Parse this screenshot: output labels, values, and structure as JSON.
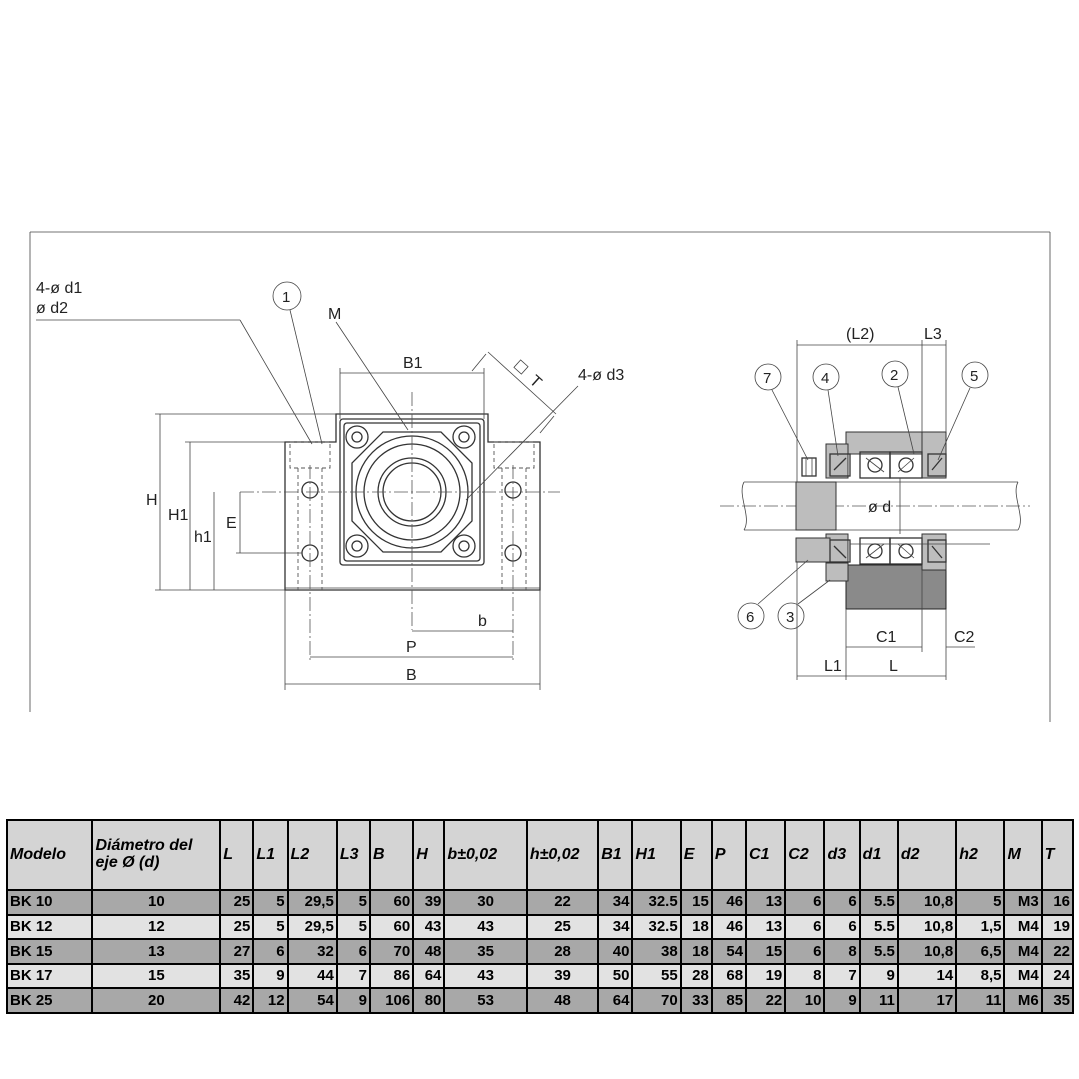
{
  "drawing": {
    "front": {
      "callout_d1": "4-ø d1",
      "callout_d2": "ø d2",
      "callout_d3": "4-ø d3",
      "label_M": "M",
      "label_T": "T",
      "label_B1": "B1",
      "label_H": "H",
      "label_H1": "H1",
      "label_h1": "h1",
      "label_E": "E",
      "label_b": "b",
      "label_P": "P",
      "label_B": "B",
      "part_1": "1"
    },
    "section": {
      "label_L2": "(L2)",
      "label_L3": "L3",
      "label_d": "ø d",
      "label_C1": "C1",
      "label_C2": "C2",
      "label_L1": "L1",
      "label_L": "L",
      "part_2": "2",
      "part_3": "3",
      "part_4": "4",
      "part_5": "5",
      "part_6": "6",
      "part_7": "7"
    }
  },
  "table": {
    "headers": [
      "Modelo",
      "Diámetro del eje Ø (d)",
      "L",
      "L1",
      "L2",
      "L3",
      "B",
      "H",
      "b±0,02",
      "h±0,02",
      "B1",
      "H1",
      "E",
      "P",
      "C1",
      "C2",
      "d3",
      "d1",
      "d2",
      "h2",
      "M",
      "T"
    ],
    "rows": [
      [
        "BK 10",
        "10",
        "25",
        "5",
        "29,5",
        "5",
        "60",
        "39",
        "30",
        "22",
        "34",
        "32.5",
        "15",
        "46",
        "13",
        "6",
        "6",
        "5.5",
        "10,8",
        "5",
        "M3",
        "16"
      ],
      [
        "BK 12",
        "12",
        "25",
        "5",
        "29,5",
        "5",
        "60",
        "43",
        "43",
        "25",
        "34",
        "32.5",
        "18",
        "46",
        "13",
        "6",
        "6",
        "5.5",
        "10,8",
        "1,5",
        "M4",
        "19"
      ],
      [
        "BK 15",
        "13",
        "27",
        "6",
        "32",
        "6",
        "70",
        "48",
        "35",
        "28",
        "40",
        "38",
        "18",
        "54",
        "15",
        "6",
        "8",
        "5.5",
        "10,8",
        "6,5",
        "M4",
        "22"
      ],
      [
        "BK 17",
        "15",
        "35",
        "9",
        "44",
        "7",
        "86",
        "64",
        "43",
        "39",
        "50",
        "55",
        "28",
        "68",
        "19",
        "8",
        "7",
        "9",
        "14",
        "8,5",
        "M4",
        "24"
      ],
      [
        "BK 25",
        "20",
        "42",
        "12",
        "54",
        "9",
        "106",
        "80",
        "53",
        "48",
        "64",
        "70",
        "33",
        "85",
        "22",
        "10",
        "9",
        "11",
        "17",
        "11",
        "M6",
        "35"
      ]
    ]
  }
}
